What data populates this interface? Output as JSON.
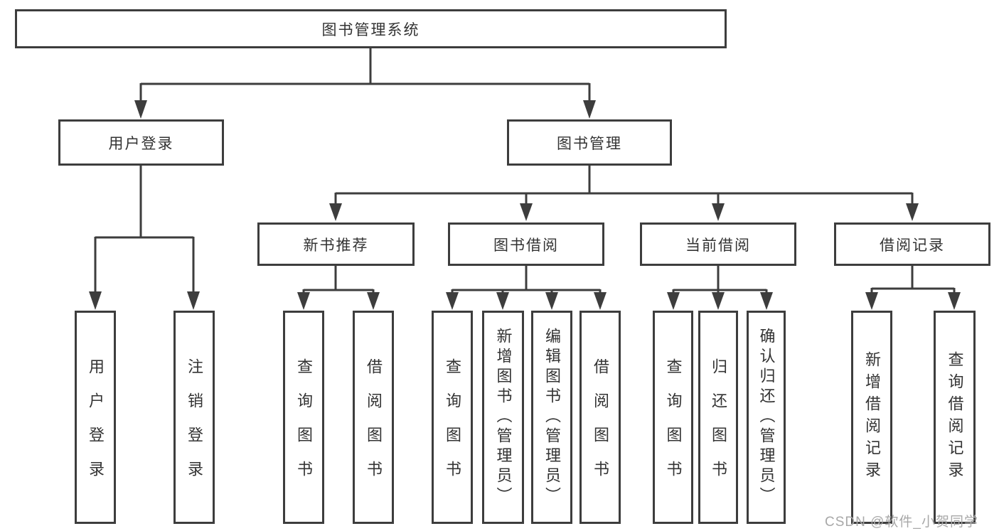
{
  "tree": {
    "root": {
      "label": "图书管理系统",
      "children": [
        {
          "label": "用户登录",
          "children": [
            {
              "label": "用户登录"
            },
            {
              "label": "注销登录"
            }
          ]
        },
        {
          "label": "图书管理",
          "children": [
            {
              "label": "新书推荐",
              "children": [
                {
                  "label": "查询图书"
                },
                {
                  "label": "借阅图书"
                }
              ]
            },
            {
              "label": "图书借阅",
              "children": [
                {
                  "label": "查询图书"
                },
                {
                  "label": "新增图书（管理员）"
                },
                {
                  "label": "编辑图书（管理员）"
                },
                {
                  "label": "借阅图书"
                }
              ]
            },
            {
              "label": "当前借阅",
              "children": [
                {
                  "label": "查询图书"
                },
                {
                  "label": "归还图书"
                },
                {
                  "label": "确认归还（管理员）"
                }
              ]
            },
            {
              "label": "借阅记录",
              "children": [
                {
                  "label": "新增借阅记录"
                },
                {
                  "label": "查询借阅记录"
                }
              ]
            }
          ]
        }
      ]
    }
  },
  "watermark": "CSDN @软件_小贺同学",
  "colors": {
    "line": "#3d3d3d",
    "text": "#333333",
    "background": "#ffffff",
    "watermark": "#a8a8a8"
  }
}
